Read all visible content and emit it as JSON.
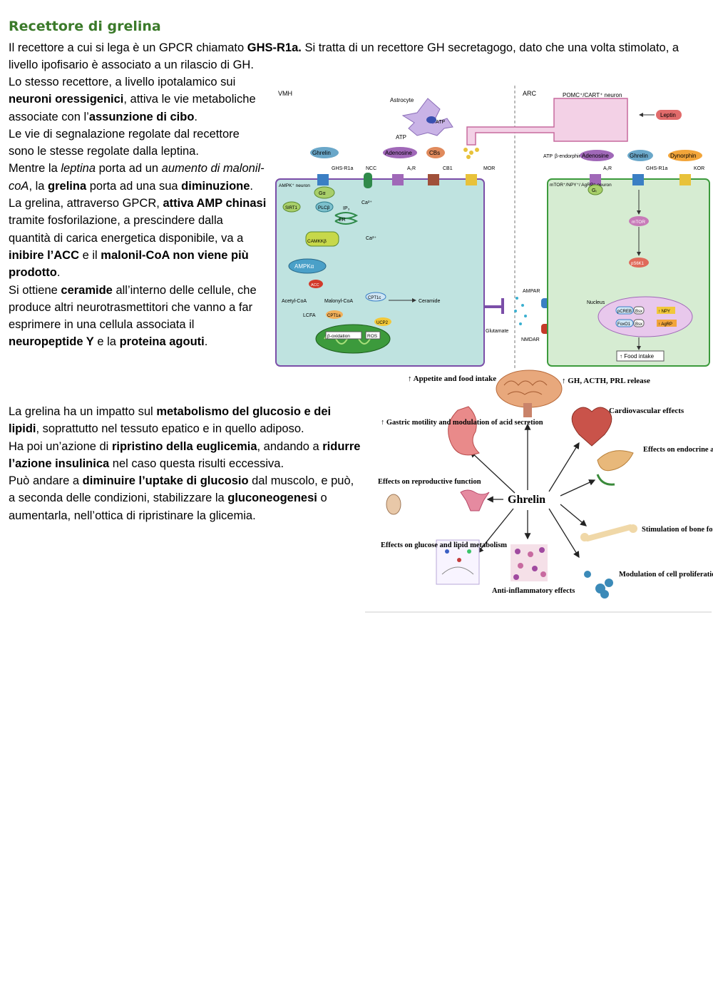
{
  "heading": "Recettore di grelina",
  "intro": {
    "t1": "Il recettore a cui si lega è un GPCR chiamato ",
    "b1": "GHS-R1a.",
    "t2": " Si tratta di un recettore GH secretagogo, dato che una volta stimolato, a livello ipofisario è associato a un rilascio di GH."
  },
  "col": {
    "p1_t1": "Lo stesso recettore, a livello ipotalamico sui ",
    "p1_b1": "neuroni oressigenici",
    "p1_t2": ", attiva le vie metaboliche associate con l’",
    "p1_b2": "assunzione di cibo",
    "p1_t3": ".",
    "p2": "Le vie di segnalazione regolate dal recettore sono le stesse regolate dalla leptina.",
    "p3_t1": "Mentre la ",
    "p3_i1": "leptina",
    "p3_t2": " porta ad un ",
    "p3_i2": "aumento di malonil-coA",
    "p3_t3": ", la ",
    "p3_b1": "grelina",
    "p3_t4": " porta ad una sua ",
    "p3_b2": "diminuzione",
    "p3_t5": ". La grelina, attraverso GPCR, ",
    "p3_b3": "attiva AMP chinasi",
    "p3_t6": "  tramite fosforilazione, a prescindere dalla quantità di carica energetica disponibile, va a ",
    "p3_b4": "inibire l’ACC",
    "p3_t7": " e il ",
    "p3_b5": "malonil-CoA non viene più prodotto",
    "p3_t8": ".",
    "p4_t1": "Si ottiene ",
    "p4_b1": "ceramide",
    "p4_t2": " all’interno delle cellule, che produce altri neurotrasmettitori che vanno a far esprimere in una cellula associata il ",
    "p4_b2": "neuropeptide Y",
    "p4_t3": " e la ",
    "p4_b3": "proteina agouti",
    "p4_t4": "."
  },
  "wide": {
    "p5_t1": "La grelina ha un impatto sul ",
    "p5_b1": "metabolismo del glucosio e dei lipidi",
    "p5_t2": ", soprattutto nel tessuto epatico e in quello adiposo.",
    "p6_t1": "Ha poi un’azione di ",
    "p6_b1": "ripristino della euglicemia",
    "p6_t2": ", andando a ",
    "p6_b2": "ridurre l’azione insulinica",
    "p6_t3": " nel caso questa risulti eccessiva.",
    "p7_t1": "Può andare a ",
    "p7_b1": "diminuire l’uptake di glucosio",
    "p7_t2": " dal muscolo, e può, a seconda delle condizioni, stabilizzare la ",
    "p7_b2": "gluconeogenesi",
    "p7_t3": " o aumentarla, nell’ottica di ripristinare la glicemia."
  },
  "fig1": {
    "vmh": "VMH",
    "arc": "ARC",
    "astrocyte": "Astrocyte",
    "atp": "ATP",
    "pomc": "POMC⁺/CART⁺ neuron",
    "leptin": "Leptin",
    "ghrelin": "Ghrelin",
    "adenosine": "Adenosine",
    "cbs": "CBs",
    "beta_endorphin": "β-endorphin",
    "ghsr1a": "GHS-R1a",
    "ncc": "NCC",
    "a1r": "A₁R",
    "cb1": "CB1",
    "mor": "MOR",
    "ampk_neuron": "AMPK⁺ neuron",
    "gq": "Gα",
    "sirt1": "SIRT1",
    "plcb": "PLCβ",
    "ip3": "IP₃",
    "er": "ER",
    "ca": "Ca²⁺",
    "camkk": "CAMKKβ",
    "ampk": "AMPKα",
    "acc": "ACC",
    "acetyl": "Acetyl-CoA",
    "malonyl": "Malonyl-CoA",
    "cpt1c": "CPT1c",
    "ceramide": "Ceramide",
    "lcfa": "LCFA",
    "cpt1a": "CPT1a",
    "ucp2": "UCP2",
    "boxid": "β-oxidation",
    "ros": "ROS",
    "glutamate": "Glutamate",
    "ampar": "AMPAR",
    "nmdar": "NMDAR",
    "dynorphin": "Dynorphin",
    "kor": "KOR",
    "mtor_neuron": "mTOR⁺/NPY⁺/ AgRP⁺ neuron",
    "gi": "Gᵢ",
    "mtor": "mTOR",
    "ps6k1": "pS6K1",
    "nucleus": "Nucleus",
    "pcreb": "pCREB",
    "foxo1": "FoxO1",
    "bsx": "Bsx",
    "npy": "↑ NPY",
    "agrp": "↑ AgRP",
    "food_intake": "↑ Food intake"
  },
  "fig2": {
    "center": "Ghrelin",
    "appetite": "↑ Appetite and food intake",
    "gh": "↑ GH, ACTH, PRL release",
    "gastric": "↑ Gastric motility and modulation of acid secretion",
    "cardio": "Cardiovascular effects",
    "endocrine": "Effects on endocrine and exocrine pancreatic secretion",
    "repro": "Effects on reproductive function",
    "bone": "Stimulation of bone formation",
    "glucose": "Effects on glucose and lipid metabolism",
    "prolif": "Modulation of cell proliferation",
    "antiinfl": "Anti-inflammatory effects"
  }
}
